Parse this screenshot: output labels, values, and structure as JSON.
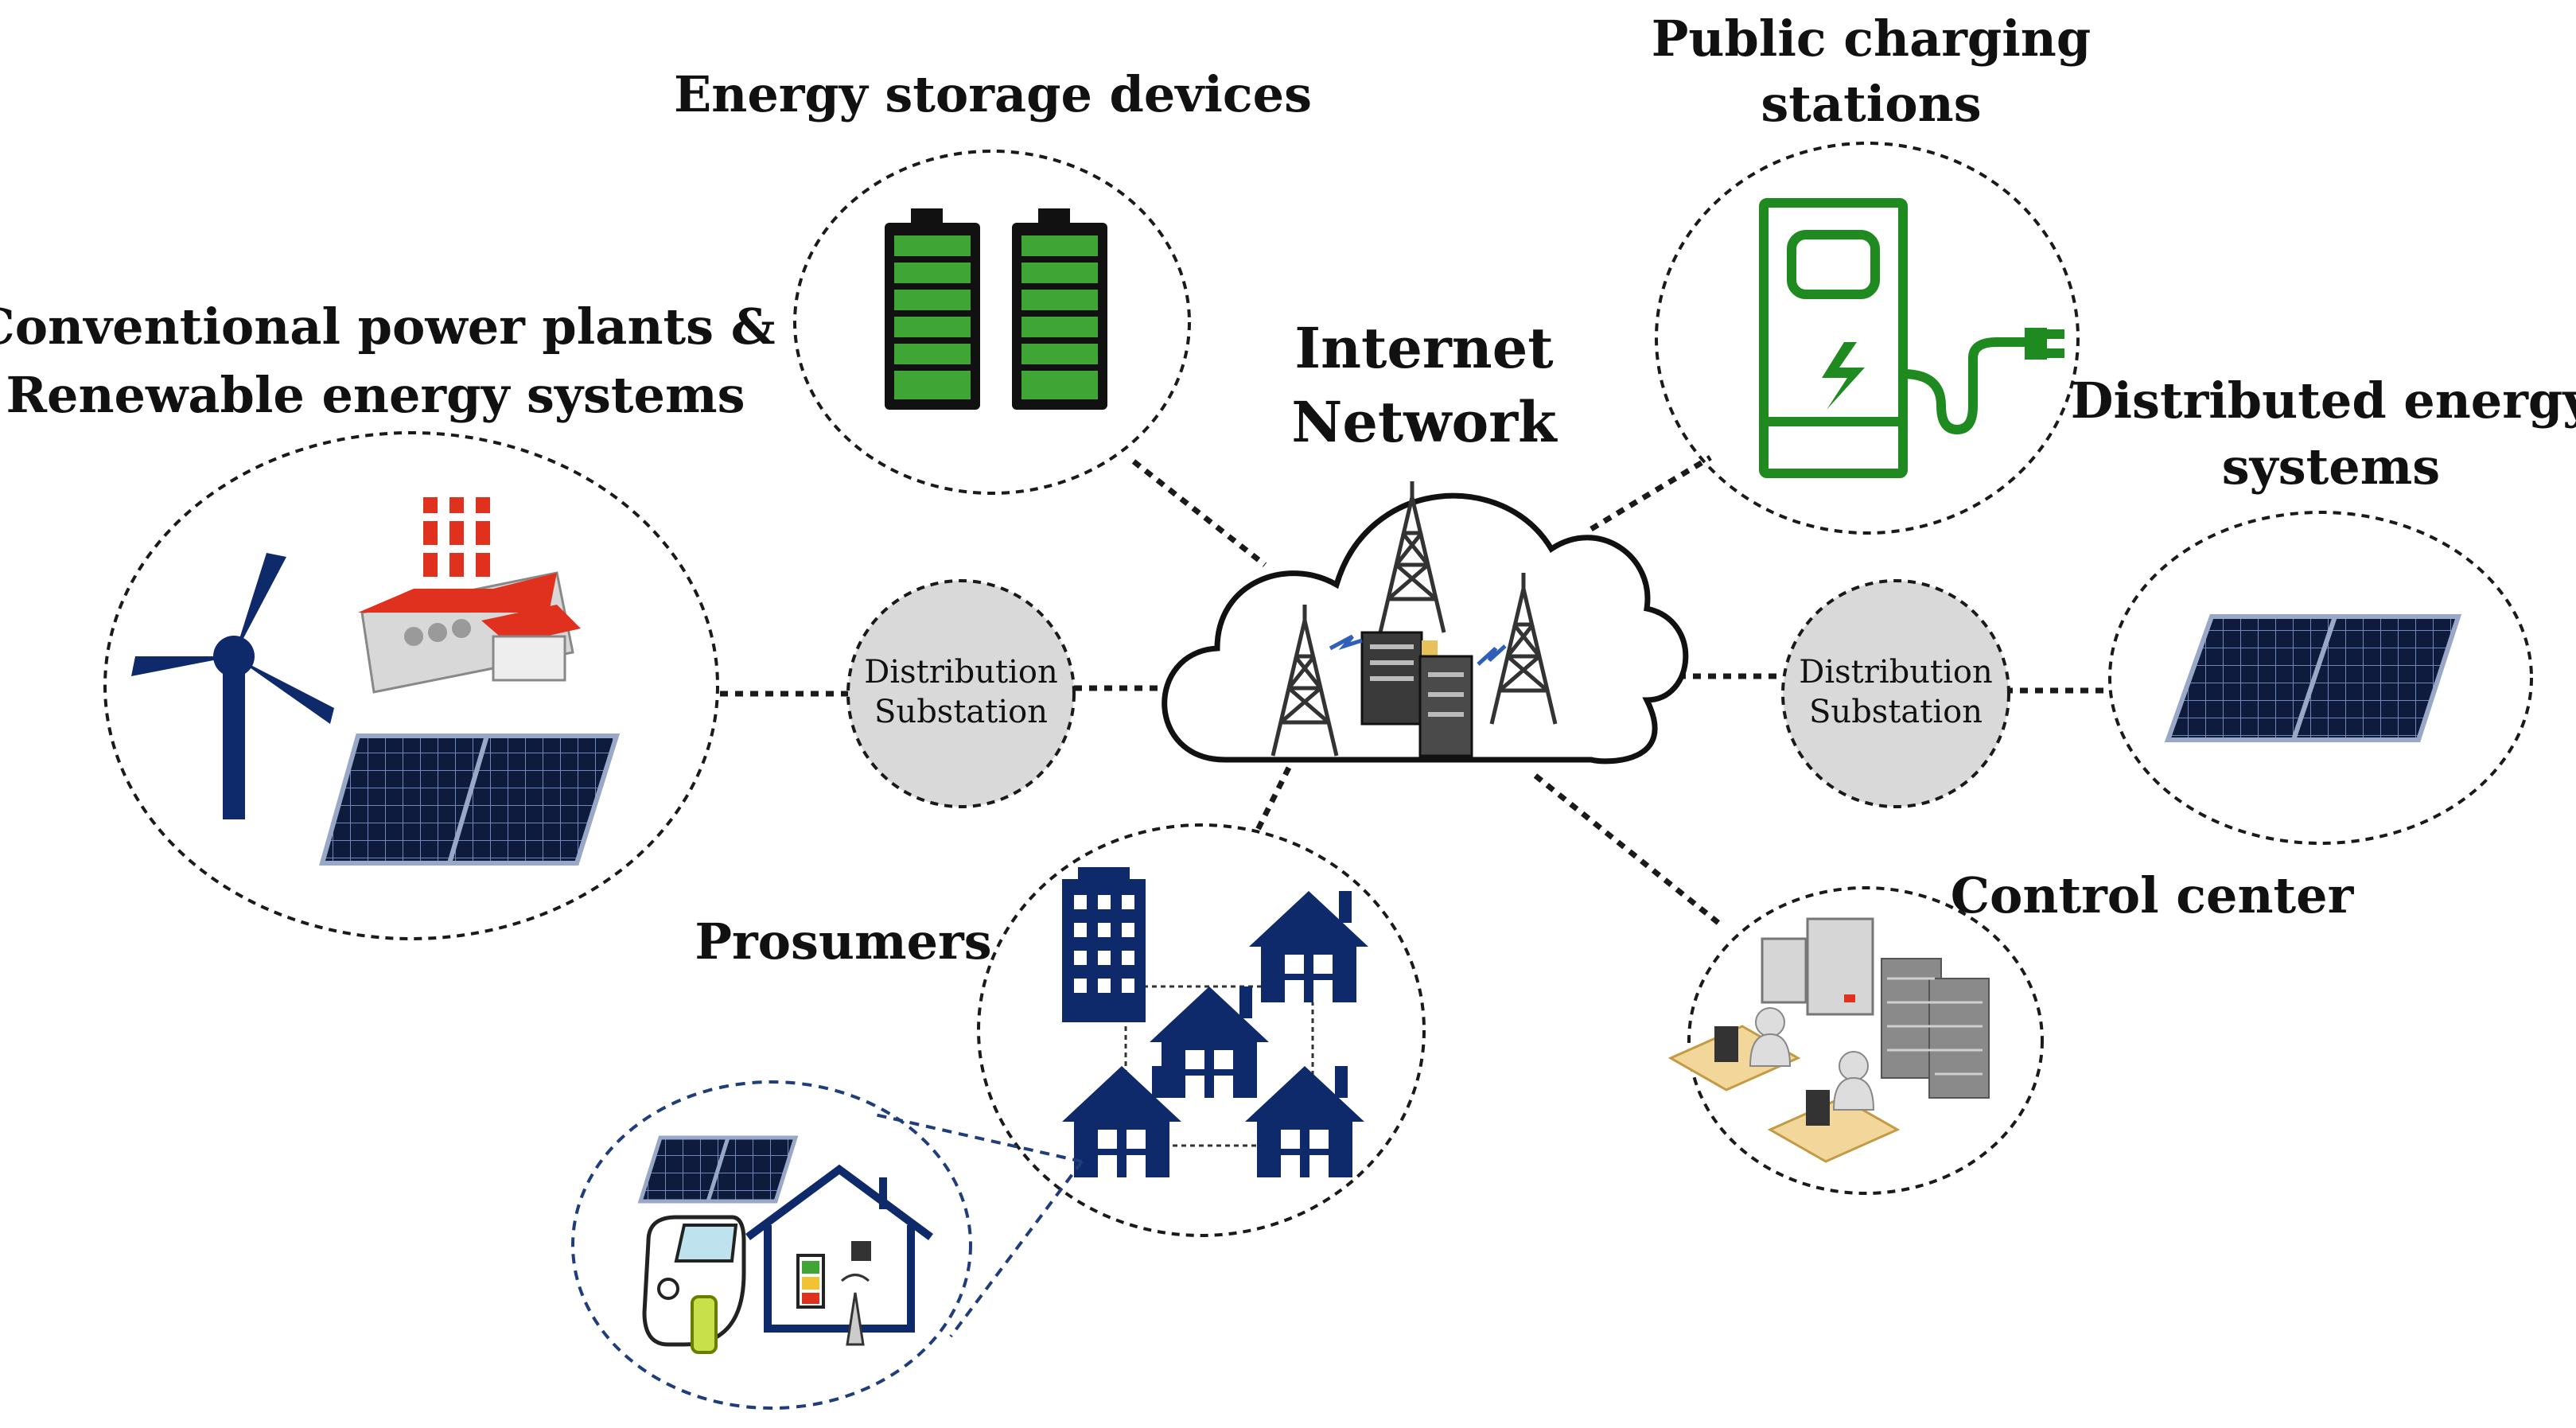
{
  "labels": {
    "energy_storage": "Energy storage devices",
    "charging_line1": "Public charging",
    "charging_line2": "stations",
    "conventional_line1": "Conventional power plants &",
    "conventional_line2": "Renewable energy systems",
    "internet_line1": "Internet",
    "internet_line2": "Network",
    "distributed_line1": "Distributed energy",
    "distributed_line2": "systems",
    "substation_left_line1": "Distribution",
    "substation_left_line2": "Substation",
    "substation_right_line1": "Distribution",
    "substation_right_line2": "Substation",
    "prosumers": "Prosumers",
    "control_center": "Control center"
  },
  "colors": {
    "navy": "#0f2a6b",
    "battery_green": "#3fa535",
    "charger_green": "#1f8a1f",
    "substation_fill": "#d9d9d9",
    "solar_panel": "#0e1b3d",
    "factory_red": "#e0301e"
  },
  "icons": [
    "wind-turbine-icon",
    "factory-icon",
    "solar-panel-icon",
    "battery-icon",
    "charging-station-icon",
    "cell-tower-icon",
    "server-icon",
    "house-icon",
    "office-building-icon",
    "electric-car-icon",
    "operator-workstation-icon"
  ]
}
